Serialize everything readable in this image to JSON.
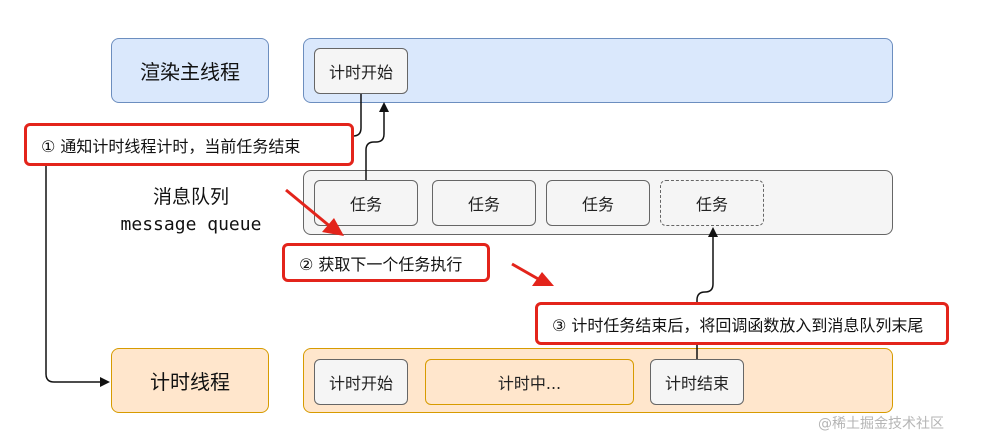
{
  "rows": {
    "render": {
      "label": "渲染主线程",
      "chip": "计时开始"
    },
    "queue": {
      "label_line1": "消息队列",
      "label_line2": "message queue",
      "tasks": [
        "任务",
        "任务",
        "任务",
        "任务"
      ]
    },
    "timer": {
      "label": "计时线程",
      "chips": [
        "计时开始",
        "计时中...",
        "计时结束"
      ]
    }
  },
  "callouts": {
    "step1": "① 通知计时线程计时，当前任务结束",
    "step2": "② 获取下一个任务执行",
    "step3": "③ 计时任务结束后，将回调函数放入到消息队列末尾"
  },
  "watermark": "@稀土掘金技术社区",
  "colors": {
    "blue_fill": "#dae8fc",
    "blue_border": "#6c8ebf",
    "gray_fill": "#f5f5f5",
    "gray_border": "#666666",
    "orange_fill": "#ffe6cc",
    "orange_border": "#d79b00",
    "callout_red": "#e3241b"
  }
}
